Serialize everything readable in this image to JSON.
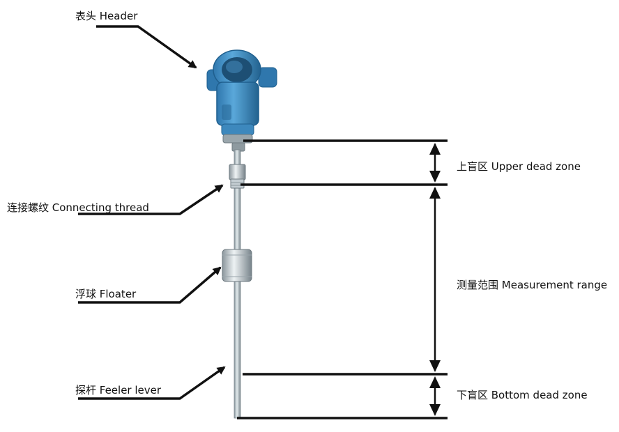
{
  "labels": {
    "header": "表头 Header",
    "connecting_thread": "连接螺纹 Connecting thread",
    "floater": "浮球 Floater",
    "feeler_lever": "探杆 Feeler lever",
    "upper_dead_zone": "上盲区 Upper dead zone",
    "measurement_range": "测量范围 Measurement range",
    "bottom_dead_zone": "下盲区 Bottom dead zone"
  },
  "colors": {
    "ink": "#111111",
    "housing": "#3f8fc4",
    "housing_dark": "#1f5f8e",
    "steel": "#b8c3c9",
    "steel_dark": "#7f8b92"
  }
}
